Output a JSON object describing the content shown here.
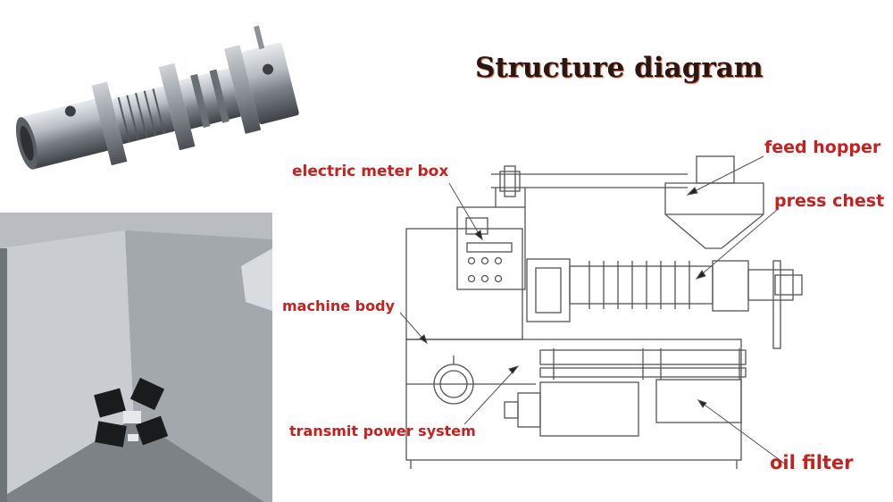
{
  "title": "Structure diagram",
  "labels": {
    "feed_hopper": "feed hopper",
    "press_chest": "press chest",
    "electric_meter_box": "electric meter box",
    "machine_body": "machine body",
    "transmit_power_system": "transmit power system",
    "oil_filter": "oil filter"
  },
  "colors": {
    "label_red": "#c8201e",
    "title_dark": "#2b1712",
    "line_gray": "#555555"
  }
}
